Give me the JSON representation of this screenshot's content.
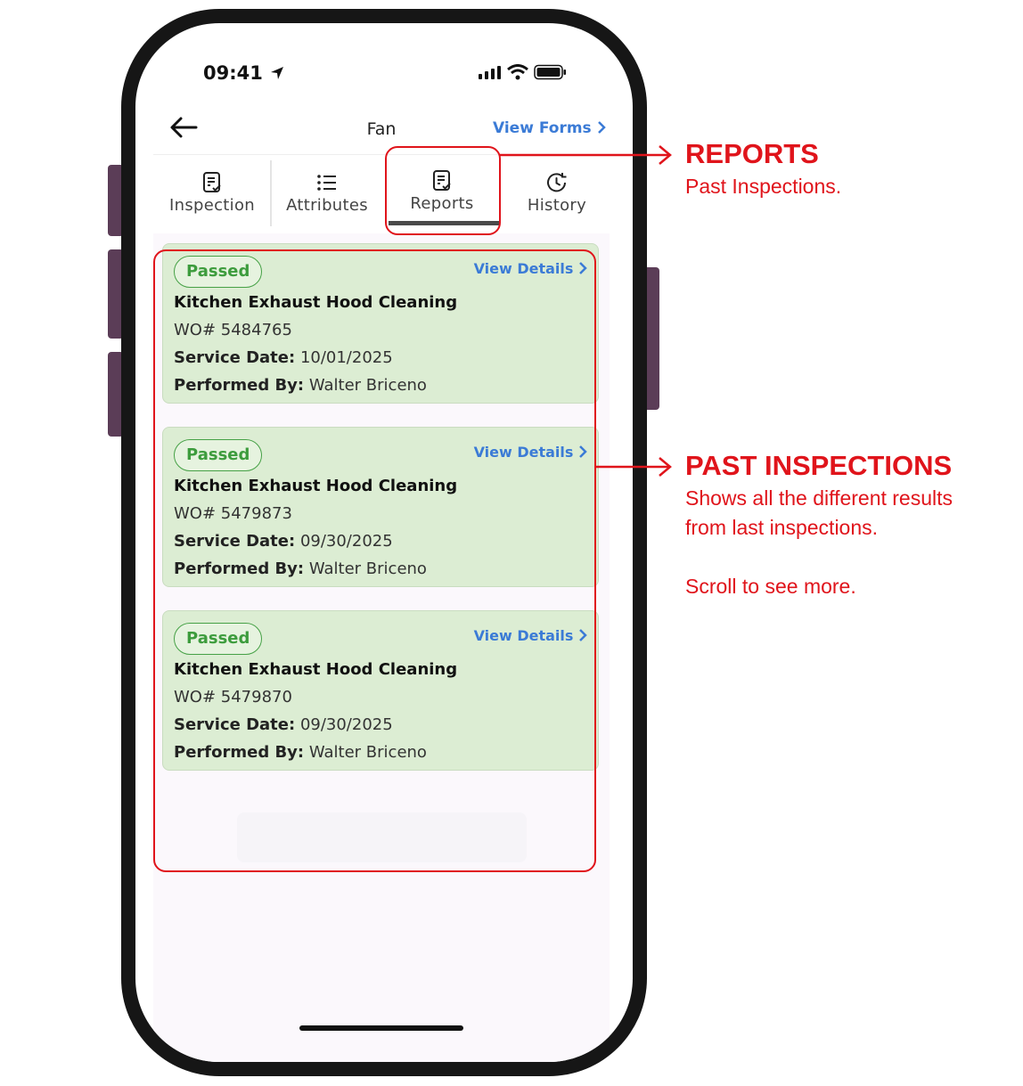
{
  "status_bar": {
    "time": "09:41"
  },
  "nav": {
    "title": "Fan",
    "view_forms": "View Forms"
  },
  "tabs": [
    {
      "label": "Inspection",
      "icon": "form-check-icon"
    },
    {
      "label": "Attributes",
      "icon": "list-icon"
    },
    {
      "label": "Reports",
      "icon": "form-check-icon",
      "selected": true
    },
    {
      "label": "History",
      "icon": "clock-history-icon"
    }
  ],
  "reports": [
    {
      "status": "Passed",
      "action": "View Details",
      "title": "Kitchen Exhaust Hood Cleaning",
      "wo": "WO# 5484765",
      "service_label": "Service Date:",
      "service_date": "10/01/2025",
      "performed_label": "Performed By:",
      "performed_by": "Walter Briceno"
    },
    {
      "status": "Passed",
      "action": "View Details",
      "title": "Kitchen Exhaust Hood Cleaning",
      "wo": "WO# 5479873",
      "service_label": "Service Date:",
      "service_date": "09/30/2025",
      "performed_label": "Performed By:",
      "performed_by": "Walter Briceno"
    },
    {
      "status": "Passed",
      "action": "View Details",
      "title": "Kitchen Exhaust Hood Cleaning",
      "wo": "WO# 5479870",
      "service_label": "Service Date:",
      "service_date": "09/30/2025",
      "performed_label": "Performed By:",
      "performed_by": "Walter Briceno"
    }
  ],
  "annotations": {
    "reports": {
      "title": "REPORTS",
      "text": "Past Inspections."
    },
    "past": {
      "title": "PAST INSPECTIONS",
      "line1": "Shows all the different results",
      "line2": "from last inspections.",
      "line3": "Scroll to see more."
    }
  },
  "colors": {
    "accent": "#3b7bd6",
    "passed": "#3d9c3d",
    "card_bg": "#dcedd3",
    "annotation": "#e0141b"
  }
}
